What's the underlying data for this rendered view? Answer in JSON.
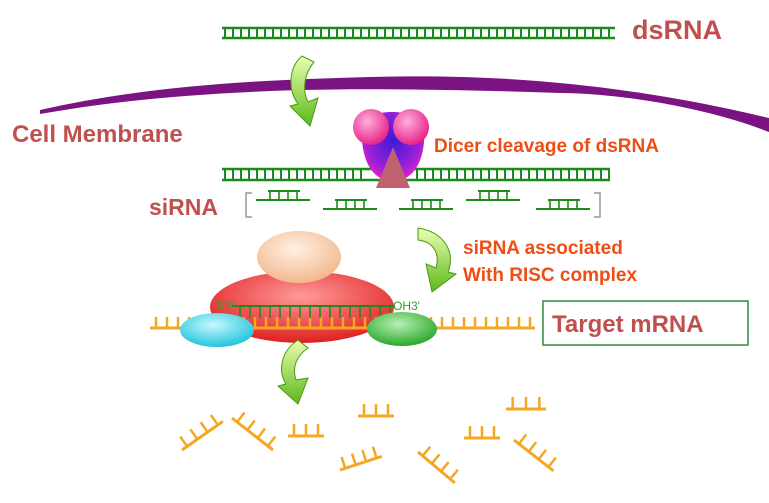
{
  "labels": {
    "dsrna": "dsRNA",
    "cell_membrane": "Cell Membrane",
    "dicer": "Dicer cleavage of dsRNA",
    "sirna": "siRNA",
    "risc_line1": "siRNA associated",
    "risc_line2": "With RISC complex",
    "target_mrna": "Target mRNA",
    "five_prime": "5'P",
    "three_prime": "OH3'"
  },
  "colors": {
    "rna_green": "#1a8c1a",
    "mrna_orange": "#f5a623",
    "membrane_purple": "#7b1482",
    "label_red": "#c0504d",
    "label_orange": "#ee4d14",
    "arrow_green": "#7ccc1c",
    "dicer_pink": "#f0409a",
    "dicer_blue": "#5a2ae0",
    "dicer_wedge": "#c06070",
    "risc_red": "#e83a3a",
    "risc_peach": "#f7c9a4",
    "risc_cyan": "#33d3e8",
    "risc_green": "#3ab83a",
    "box_green": "#2e8b3a"
  },
  "icons": [
    "curved-arrow-icon"
  ]
}
